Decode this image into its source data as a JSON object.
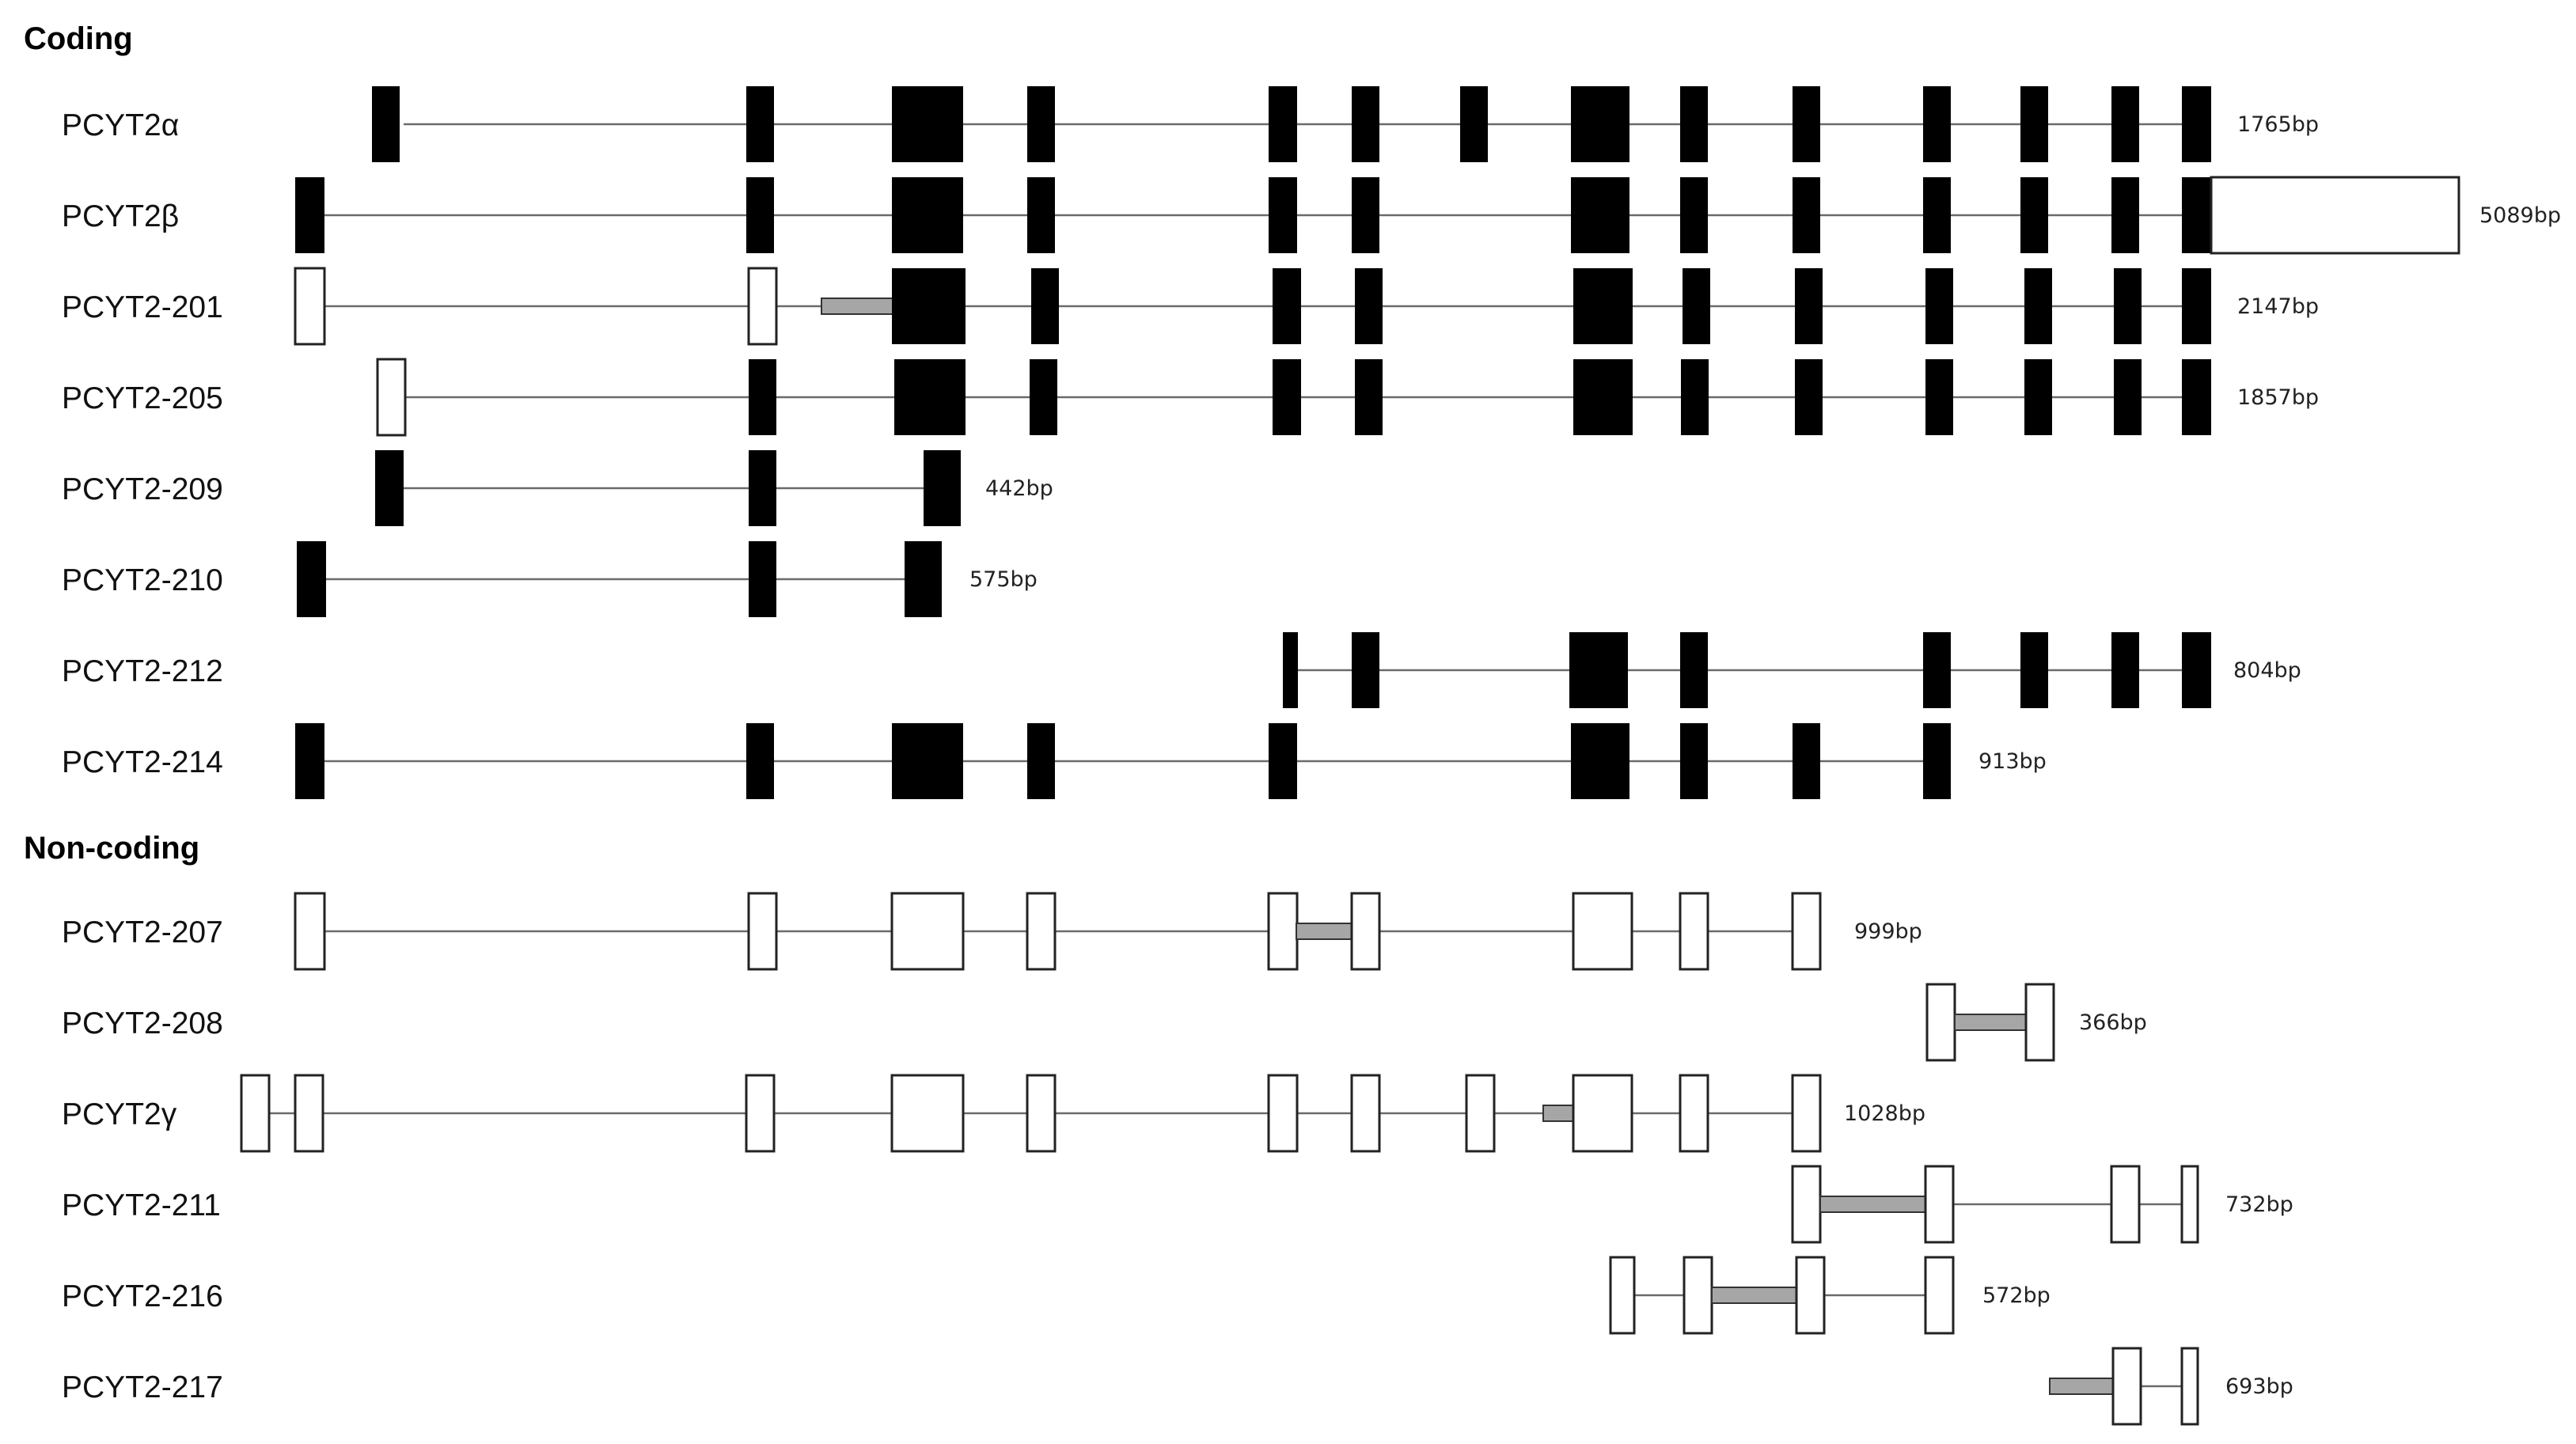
{
  "sections": {
    "coding": "Coding",
    "noncoding": "Non-coding"
  },
  "colors": {
    "coding_exon": "#000000",
    "noncoding_exon": "#ffffff",
    "retained_intron": "#a6a6a6",
    "line": "#6a6a6a"
  },
  "transcripts": [
    {
      "name": "PCYT2α",
      "length": "1765bp"
    },
    {
      "name": "PCYT2β",
      "length": "5089bp"
    },
    {
      "name": "PCYT2-201",
      "length": "2147bp"
    },
    {
      "name": "PCYT2-205",
      "length": "1857bp"
    },
    {
      "name": "PCYT2-209",
      "length": "442bp"
    },
    {
      "name": "PCYT2-210",
      "length": "575bp"
    },
    {
      "name": "PCYT2-212",
      "length": "804bp"
    },
    {
      "name": "PCYT2-214",
      "length": "913bp"
    },
    {
      "name": "PCYT2-207",
      "length": "999bp"
    },
    {
      "name": "PCYT2-208",
      "length": "366bp"
    },
    {
      "name": "PCYT2γ",
      "length": "1028bp"
    },
    {
      "name": "PCYT2-211",
      "length": "732bp"
    },
    {
      "name": "PCYT2-216",
      "length": "572bp"
    },
    {
      "name": "PCYT2-217",
      "length": "693bp"
    }
  ]
}
